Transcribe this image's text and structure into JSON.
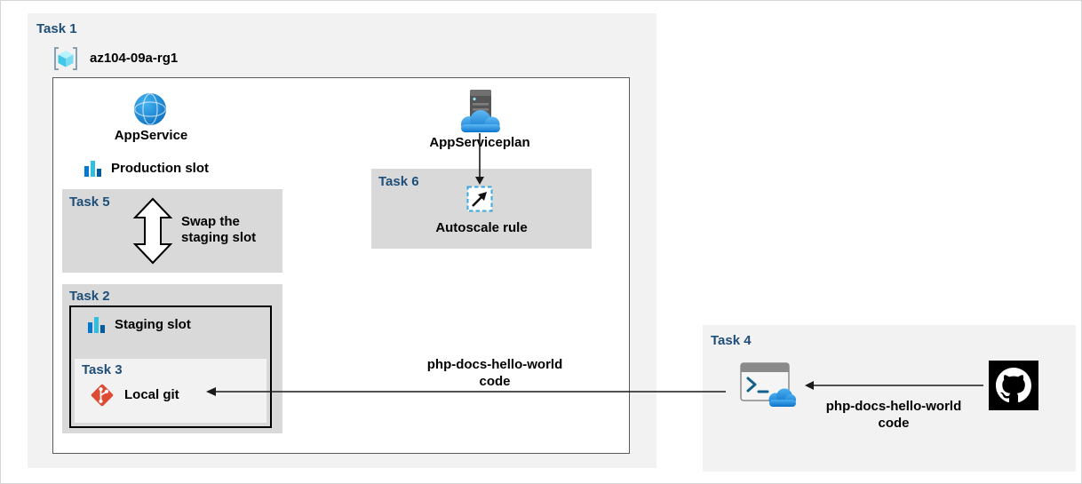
{
  "colors": {
    "task_label_blue": "#1f4e79",
    "outer_container_bg": "#f2f2f2",
    "panel_bg": "#d9d9d9",
    "inner_box_bg": "#ffffff",
    "inner_box_border": "#595959",
    "azure_blue": "#0078d4",
    "git_red": "#dd4b32",
    "github_black": "#000000",
    "arrow_black": "#1a1a1a"
  },
  "task1": {
    "label": "Task 1",
    "resource_group_name": "az104-09a-rg1",
    "app_service_label": "AppService",
    "app_service_plan_label": "AppServiceplan",
    "production_slot_label": "Production slot",
    "code_label": "php-docs-hello-world\ncode"
  },
  "task2": {
    "label": "Task 2",
    "staging_slot_label": "Staging slot"
  },
  "task3": {
    "label": "Task 3",
    "local_git_label": "Local git"
  },
  "task4": {
    "label": "Task 4",
    "code_label": "php-docs-hello-world\ncode"
  },
  "task5": {
    "label": "Task 5",
    "swap_label": "Swap the\nstaging slot"
  },
  "task6": {
    "label": "Task 6",
    "autoscale_label": "Autoscale rule"
  },
  "icons": {
    "resource_group": "azure cube in brackets",
    "app_service": "blue globe",
    "app_service_plan": "server tower with blue cloud",
    "deployment_slot": "small bar chart",
    "swap": "vertical double-headed arrow",
    "autoscale": "dashed square with diagonal up-right arrow",
    "local_git": "red git diamond with white branch",
    "cloud_shell": "terminal window with blue cloud",
    "github": "black square with white octocat mark"
  }
}
